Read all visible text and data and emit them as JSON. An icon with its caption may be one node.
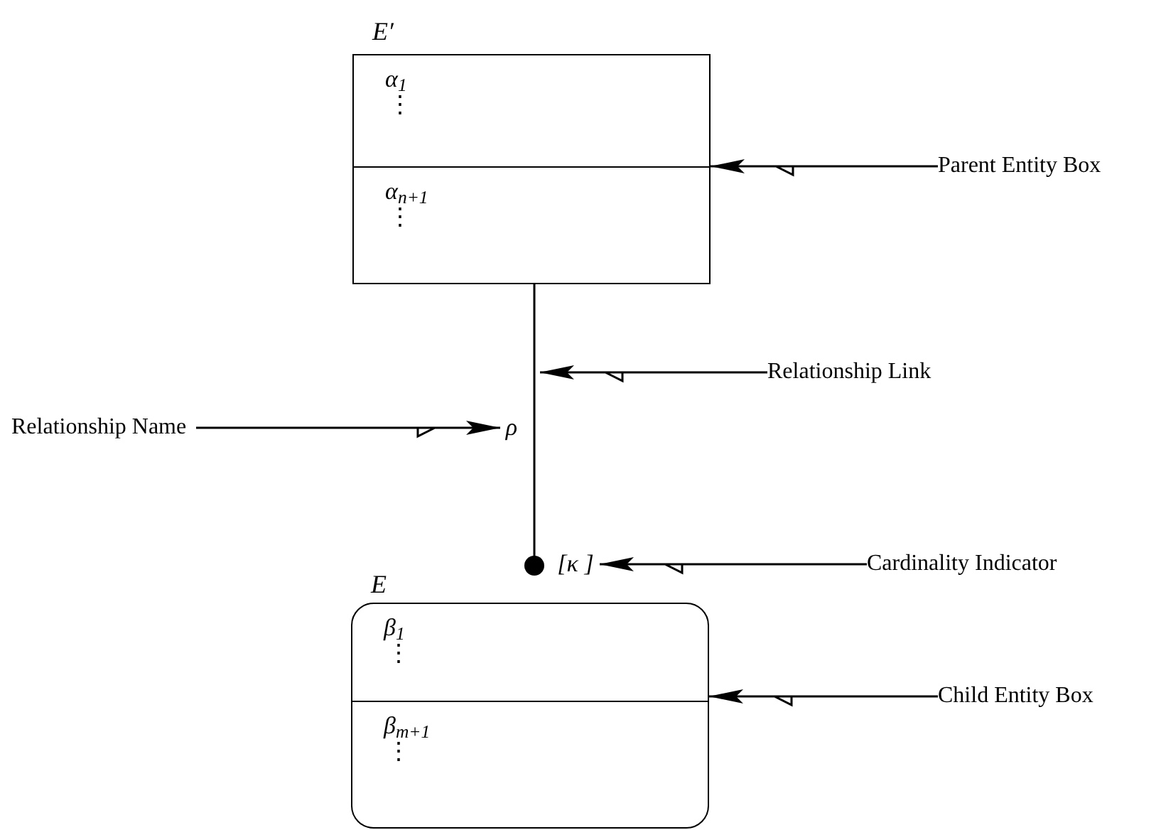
{
  "diagram": {
    "nodes": [
      {
        "text": [
          "E′"
        ]
      },
      {
        "text": [
          "α$_{1}$",
          "⋮"
        ],
        "in": 0
      },
      {
        "text": [
          "α$_{n+1}$",
          "⋮"
        ],
        "in": 0
      },
      {
        "text": [
          "E"
        ]
      },
      {
        "text": [
          "β$_{1}$",
          "⋮"
        ],
        "in": 3
      },
      {
        "text": [
          "β$_{m+1}$",
          "⋮"
        ],
        "in": 3
      },
      {
        "text": [
          "ρ"
        ]
      },
      {
        "text": [
          "[κ ]"
        ]
      },
      {
        "text": [
          "Parent Entity Box"
        ]
      },
      {
        "text": [
          "Relationship Link"
        ]
      },
      {
        "text": [
          "Relationship Name"
        ]
      },
      {
        "text": [
          "Cardinality Indicator"
        ]
      },
      {
        "text": [
          "Child Entity Box"
        ]
      }
    ],
    "edges": [
      {
        "from": 0,
        "to": 3,
        "arrow": "other"
      },
      {
        "from": 8,
        "to": 0,
        "arrow": "to"
      },
      {
        "from": 9,
        "to": null,
        "arrow": "to"
      },
      {
        "from": 10,
        "to": 6,
        "arrow": "to"
      },
      {
        "from": 11,
        "to": 7,
        "arrow": "to"
      },
      {
        "from": 12,
        "to": 3,
        "arrow": "to"
      }
    ]
  }
}
